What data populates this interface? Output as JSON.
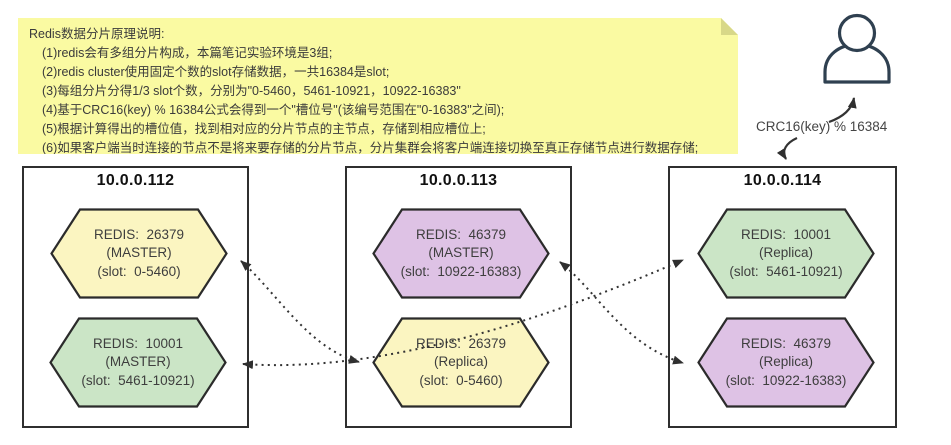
{
  "note": {
    "title": "Redis数据分片原理说明:",
    "lines": [
      "(1)redis会有多组分片构成，本篇笔记实验环境是3组;",
      "(2)redis cluster使用固定个数的slot存储数据，一共16384是slot;",
      "(3)每组分片分得1/3 slot个数，分别为\"0-5460，5461-10921，10922-16383\"",
      "(4)基于CRC16(key) % 16384公式会得到一个\"槽位号\"(该编号范围在\"0-16383\"之间);",
      "(5)根据计算得出的槽位值，找到相对应的分片节点的主节点，存储到相应槽位上;",
      "(6)如果客户端当时连接的节点不是将来要存储的分片节点，分片集群会将客户端连接切换至真正存储节点进行数据存储;"
    ],
    "bg_color": "#fafaa2",
    "fold_color": "#d8d888"
  },
  "client": {
    "icon": "person-icon",
    "formula_label": "CRC16(key) % 16384"
  },
  "colors": {
    "yellow": "#fbf5c1",
    "green": "#cbe5c6",
    "purple": "#dec2e5",
    "stroke": "#2b2b2b",
    "connector": "#333333"
  },
  "nodes": [
    {
      "title": "10.0.0.112",
      "instances": [
        {
          "port": "REDIS:  26379",
          "role": "(MASTER)",
          "slot": "(slot:  0-5460)"
        },
        {
          "port": "REDIS:  10001",
          "role": "(MASTER)",
          "slot": "(slot:  5461-10921)"
        }
      ]
    },
    {
      "title": "10.0.0.113",
      "instances": [
        {
          "port": "REDIS:  46379",
          "role": "(MASTER)",
          "slot": "(slot:  10922-16383)"
        },
        {
          "port": "REDIS:  26379",
          "role": "(Replica)",
          "slot": "(slot:  0-5460)"
        }
      ]
    },
    {
      "title": "10.0.0.114",
      "instances": [
        {
          "port": "REDIS:  10001",
          "role": "(Replica)",
          "slot": "(slot:  5461-10921)"
        },
        {
          "port": "REDIS:  46379",
          "role": "(Replica)",
          "slot": "(slot:  10922-16383)"
        }
      ]
    }
  ],
  "links": [
    {
      "from": "10.0.0.113 REDIS 26379 (Replica)",
      "to": "10.0.0.112 REDIS 26379 (MASTER)",
      "style": "dotted-double-arrow"
    },
    {
      "from": "10.0.0.114 REDIS 10001 (Replica)",
      "to": "10.0.0.112 REDIS 10001 (MASTER)",
      "style": "dotted-double-arrow"
    },
    {
      "from": "10.0.0.114 REDIS 46379 (Replica)",
      "to": "10.0.0.113 REDIS 46379 (MASTER)",
      "style": "dotted-double-arrow"
    }
  ]
}
